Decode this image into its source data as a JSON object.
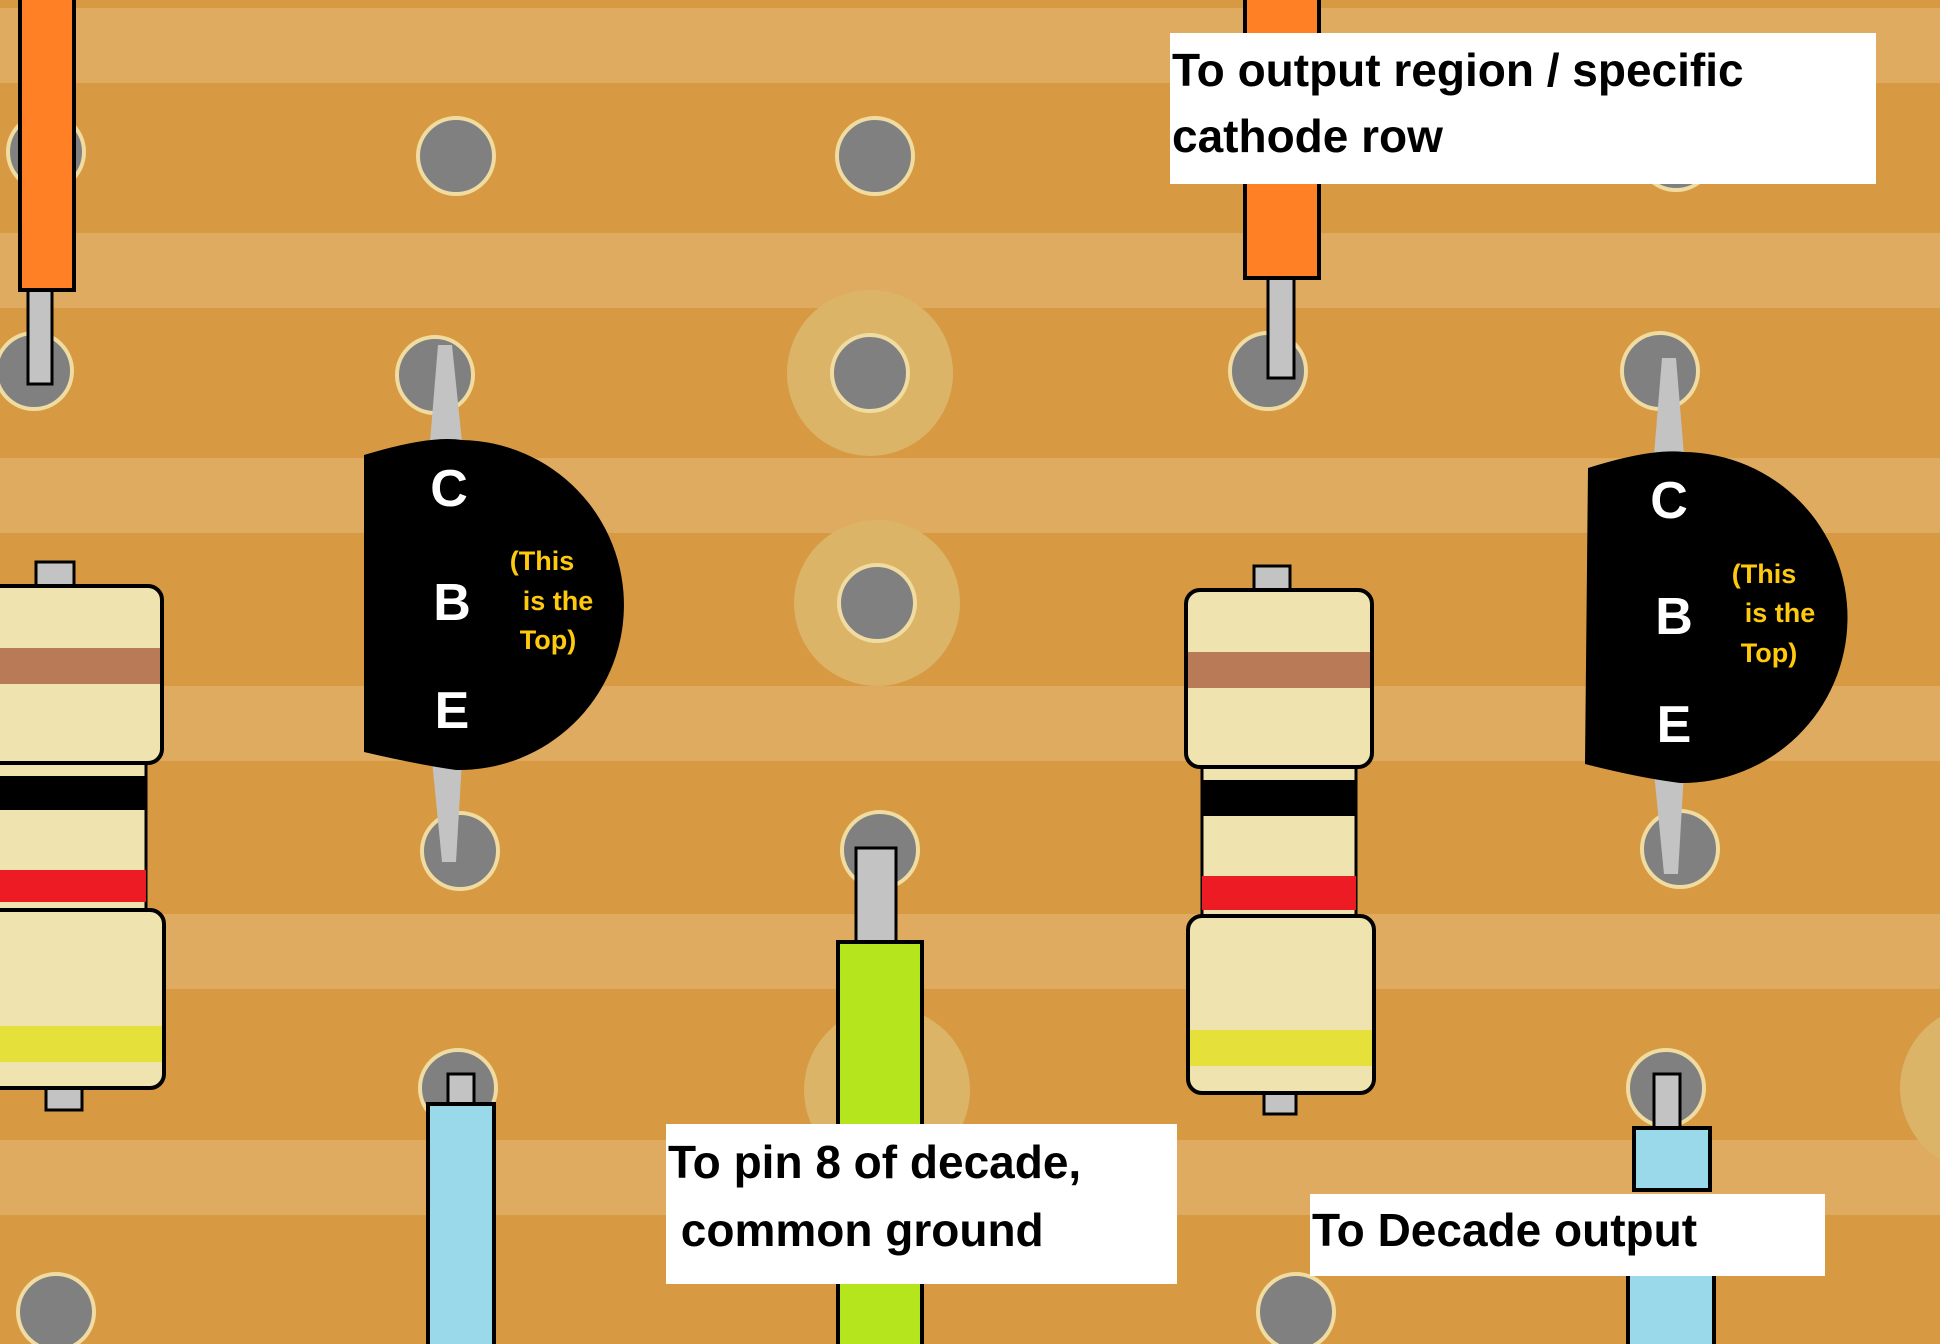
{
  "colors": {
    "board": "#d79a43",
    "strip": "#dfab61",
    "hole": "#808080",
    "hole_ring": "#f0dca0",
    "copper_pad": "#dcb468",
    "lead": "#c3c3c3",
    "wire_orange": "#ff8025",
    "wire_green": "#b5e61d",
    "wire_blue": "#99d9ea",
    "resistor_body": "#efe4b0",
    "band_brown": "#b97a57",
    "band_black": "#000000",
    "band_red": "#ed1c24",
    "band_yellow": "#e5e13a",
    "transistor_body": "#000000",
    "transistor_text": "#ffffff",
    "transistor_note": "#ffc90e",
    "label_bg": "#ffffff",
    "label_text": "#000000"
  },
  "transistors": [
    {
      "c": "C",
      "b": "B",
      "e": "E",
      "note": [
        "(This",
        "is the",
        "Top)"
      ]
    },
    {
      "c": "C",
      "b": "B",
      "e": "E",
      "note": [
        "(This",
        "is the",
        "Top)"
      ]
    }
  ],
  "labels": {
    "top_right": [
      "To output region / specific",
      "cathode row"
    ],
    "bottom_middle": [
      "To pin 8 of decade,",
      " common ground"
    ],
    "bottom_right": [
      "To Decade output"
    ]
  }
}
